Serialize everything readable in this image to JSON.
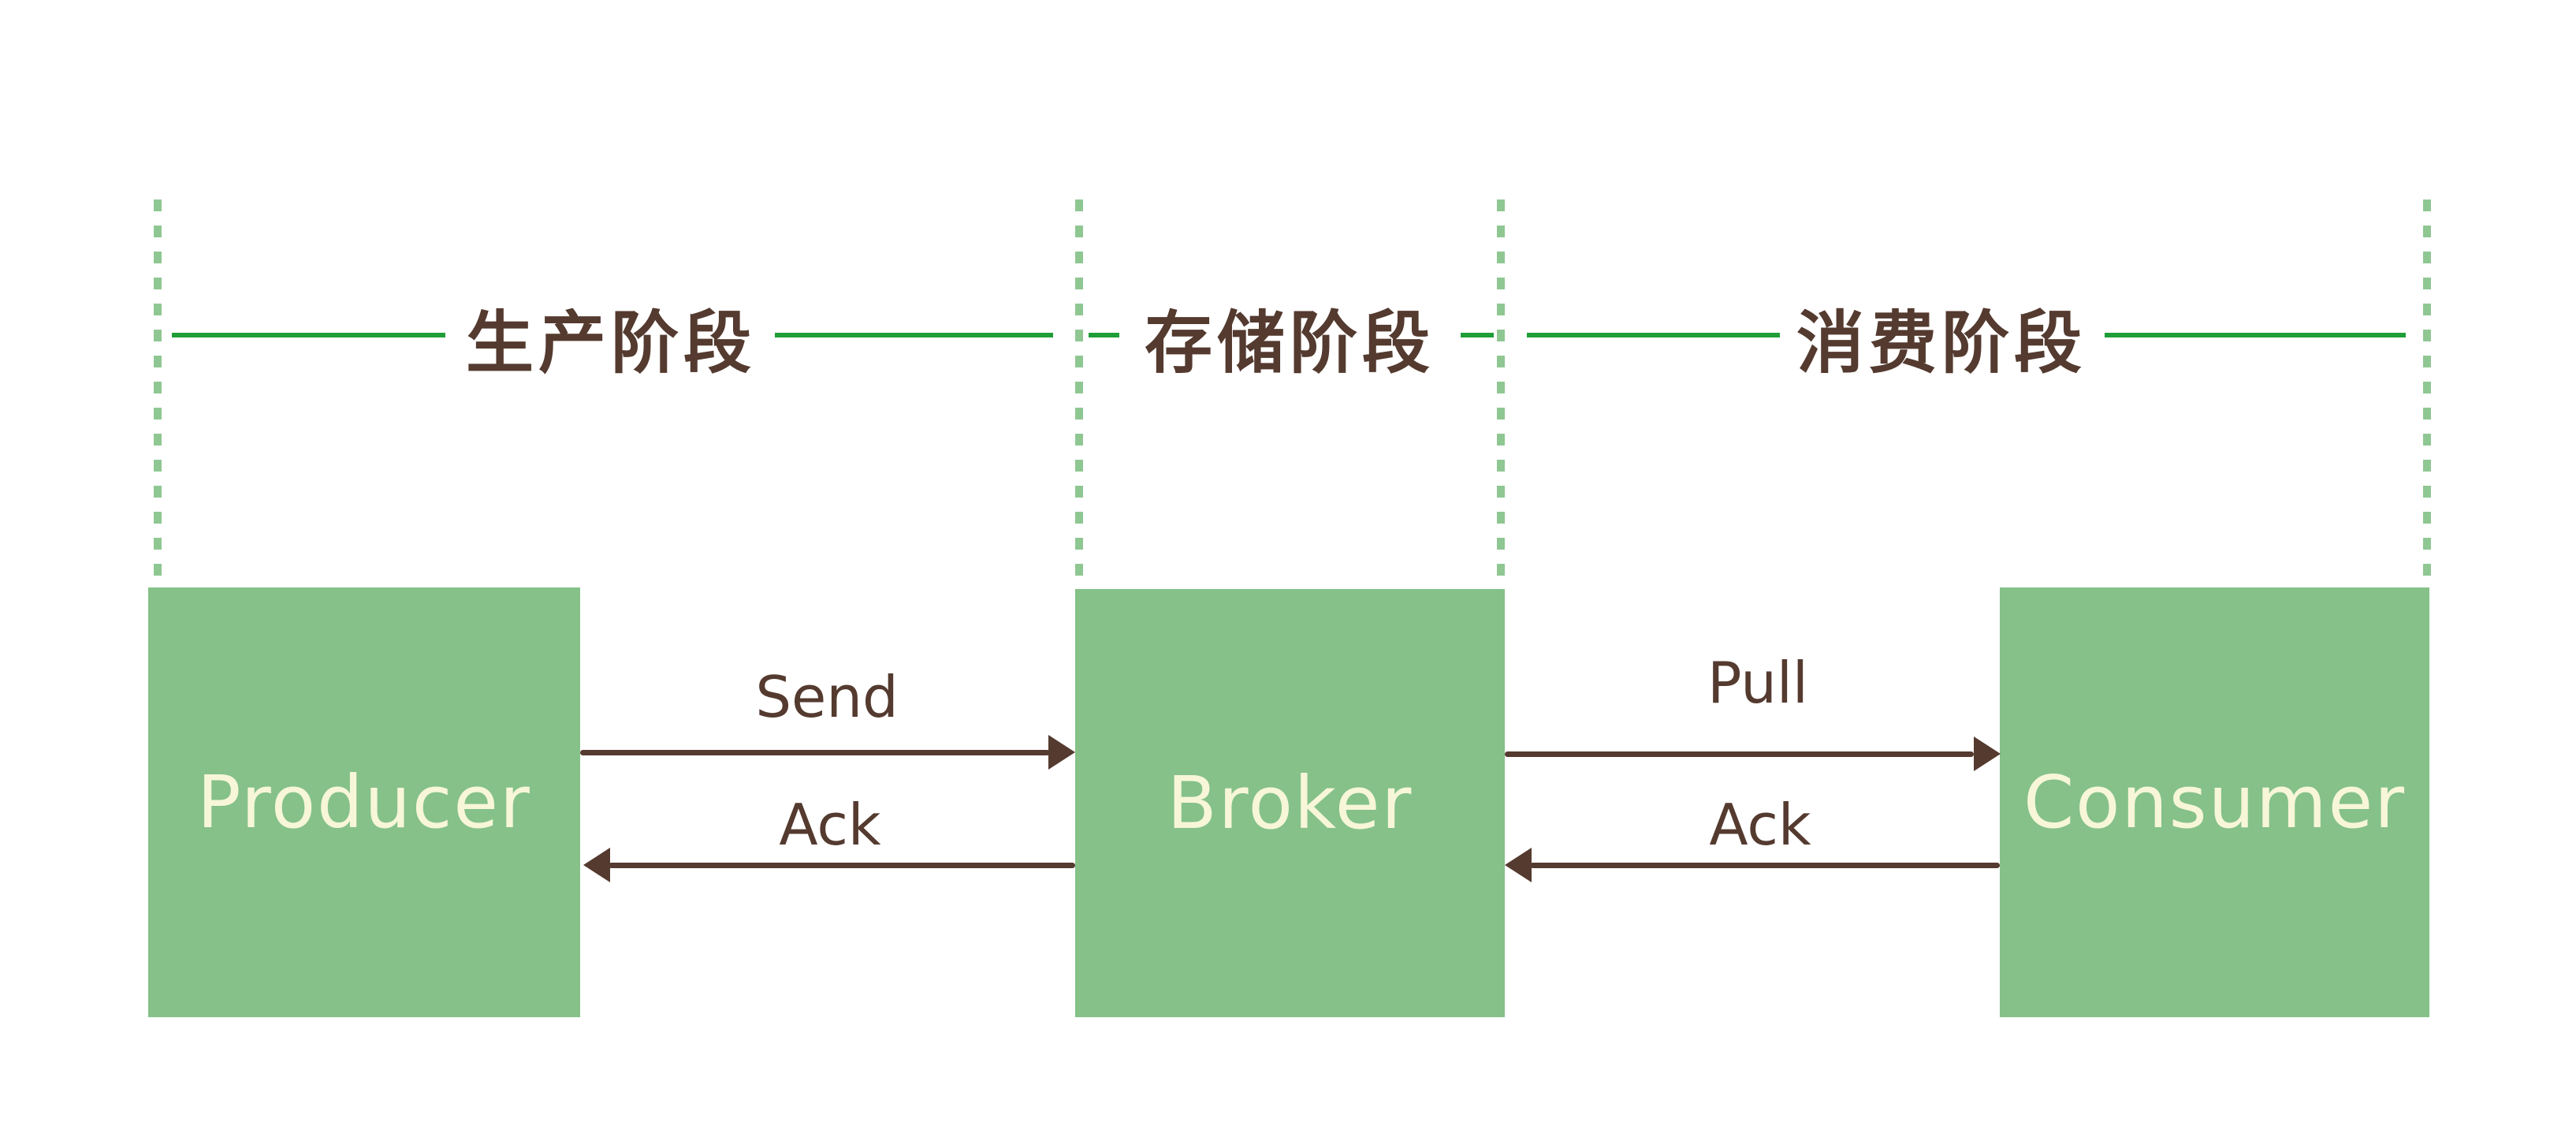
{
  "diagram": {
    "phases": [
      {
        "label": "生产阶段"
      },
      {
        "label": "存储阶段"
      },
      {
        "label": "消费阶段"
      }
    ],
    "nodes": [
      {
        "label": "Producer"
      },
      {
        "label": "Broker"
      },
      {
        "label": "Consumer"
      }
    ],
    "arrows": [
      {
        "label": "Send",
        "from": "Producer",
        "to": "Broker",
        "direction": "right"
      },
      {
        "label": "Ack",
        "from": "Broker",
        "to": "Producer",
        "direction": "left"
      },
      {
        "label": "Pull",
        "from": "Broker",
        "to": "Consumer",
        "direction": "right"
      },
      {
        "label": "Ack",
        "from": "Consumer",
        "to": "Broker",
        "direction": "left"
      }
    ],
    "colors": {
      "node_fill": "#85c189",
      "node_text": "#f7f6d8",
      "phase_divider_dash": "#8fc793",
      "phase_rule_green": "#1f9e38",
      "ink_brown": "#543a2f",
      "background": "#ffffff"
    }
  }
}
